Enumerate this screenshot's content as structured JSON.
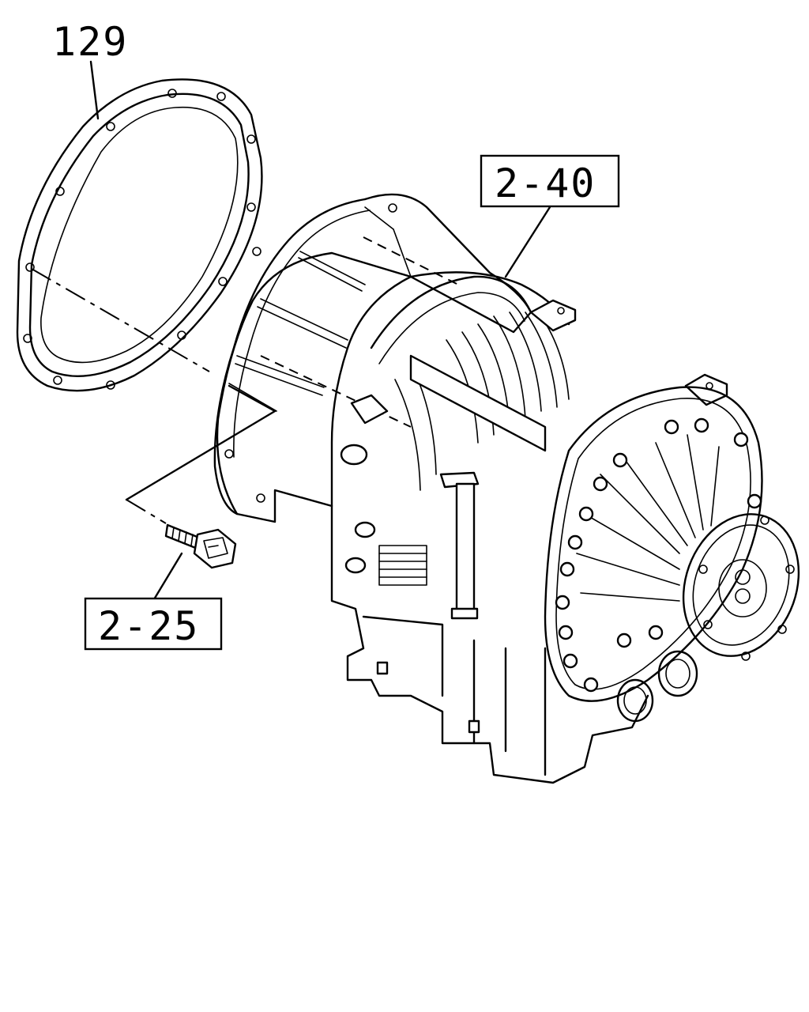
{
  "callouts": {
    "gasket": "129",
    "transmission": "2-40",
    "bolt": "2-25"
  },
  "colors": {
    "ink": "#000000",
    "paper": "#ffffff"
  }
}
